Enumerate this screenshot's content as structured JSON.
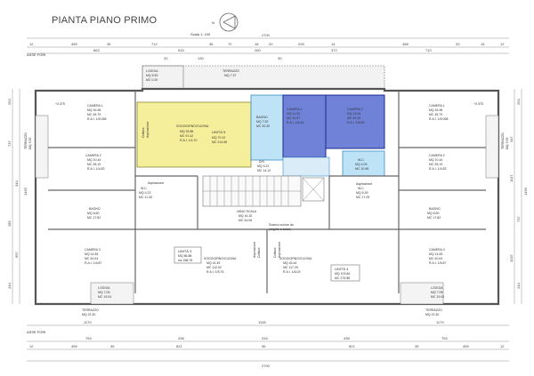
{
  "title": "PIANTA PIANO PRIMO",
  "scale": "Scala 1: 100",
  "north": "N",
  "axis_top": "ASSE FORI",
  "axis_bottom": "ASSE FORI",
  "dims": {
    "top_total": "2700",
    "top_row1": [
      "12",
      "459",
      "35",
      "712",
      "36",
      "72",
      "18",
      "20",
      "295",
      "14",
      "458",
      "20",
      "15",
      "12"
    ],
    "top_row2": [
      "863",
      "515",
      "260",
      "372",
      "710"
    ],
    "top_row3": [
      "20",
      "130",
      "30"
    ],
    "bottom_total": "2700",
    "bottom_row1": [
      "12",
      "459",
      "35",
      "821",
      "36",
      "821",
      "35",
      "459",
      "12"
    ],
    "bottom_row2": [
      "754",
      "438",
      "316",
      "438",
      "754"
    ],
    "bottom_row3": [
      "1179",
      "1108",
      "1179"
    ],
    "left": [
      "254",
      "737",
      "344",
      "285",
      "997",
      "1450",
      "244"
    ],
    "right": [
      "254",
      "347",
      "1147",
      "1450",
      "737",
      "244",
      "1037"
    ]
  },
  "units": {
    "u5": {
      "label": "UNITÀ 5",
      "mq": "MQ 70.12",
      "mc": "MC 214.65"
    },
    "u3": {
      "label": "UNITÀ 3",
      "mq": "MQ 86.88",
      "mc": "mc 268.76"
    },
    "u4": {
      "label": "UNITÀ 4",
      "mq": "MQ 103.66",
      "mc": "MC 279.88"
    }
  },
  "rooms": {
    "loggia_top": {
      "name": "LOGGIA",
      "mq": "MQ 5.59",
      "mc": "MC 0.00"
    },
    "terrazzo_top": {
      "name": "TERRAZZO",
      "mq": "MQ 7.37"
    },
    "soggiorno5": {
      "name": "SOGGIORNO/CUCINA",
      "mq": "MQ 33.86",
      "mc": "MC 91.42",
      "rai": "R.A.I. 1/4.70"
    },
    "bagno5": {
      "name": "BAGNO",
      "mq": "MQ 7.52",
      "mc": "MC 20.30"
    },
    "camera_blue1": {
      "name": "CAMERA 1",
      "mq": "MQ 11.00",
      "mc": "MC 29.97",
      "rai": "R.A.I. 1/6.40"
    },
    "camera_blue2": {
      "name": "CAMERA 2",
      "mq": "MQ 15.64",
      "mc": "MC 42.33",
      "rai": "R.A.I. 1/5.89"
    },
    "wc_blue": {
      "name": "W.C.",
      "mq": "MQ 4.09",
      "mc": "MC 10.98"
    },
    "disimp5": {
      "name": "DIS.",
      "mq": "MQ 5.22",
      "mc": "MC 14.12"
    },
    "camera1_l": {
      "name": "CAMERA 1",
      "mq": "MQ 16.96",
      "mc": "MC 45.79",
      "rai": "R.A.I. 1/5.058"
    },
    "camera2_l": {
      "name": "CAMERA 2",
      "mq": "MQ 10.44",
      "mc": "MC 28.19",
      "rai": "R.A.I. 1/4.83"
    },
    "terrazzo_l": {
      "name": "TERRAZZO",
      "mq": "MQ 9.55"
    },
    "wc_l": {
      "name": "W.C.",
      "mq": "MQ 4.22",
      "mc": "MC 11.39"
    },
    "bagno_l": {
      "name": "BAGNO",
      "mq": "MQ 6.60",
      "mc": "MC 17.82"
    },
    "camera3_l": {
      "name": "CAMERA 3",
      "mq": "MQ 14.83",
      "mc": "MC 40.04",
      "rai": "R.A.I. 1/6.87"
    },
    "loggia_l": {
      "name": "LOGGIA",
      "mq": "MQ 7.05",
      "mc": "MC 19.04"
    },
    "terrazzo_bl": {
      "name": "TERRAZZO",
      "mq": "MQ 22.40"
    },
    "soggiorno3": {
      "name": "SOGGIORNO/CUCINA",
      "mq": "MQ 41.49",
      "mc": "MC 112.02",
      "rai": "R.A.I. 1/5.76"
    },
    "soggiorno4": {
      "name": "SOGGIORNO/CUCINA",
      "mq": "MQ 43.44",
      "mc": "MC 117.29",
      "rai": "R.A.I. 1/6.03"
    },
    "vano_scala": {
      "name": "VANO SCALA",
      "mq": "MQ 16.32",
      "mc": "MC 44.06"
    },
    "camera1_r": {
      "name": "CAMERA 1",
      "mq": "MQ 16.96",
      "mc": "MC 45.79",
      "rai": "R.A.I. 1/5.058"
    },
    "camera2_r": {
      "name": "CAMERA 2",
      "mq": "MQ 10.44",
      "mc": "MC 28.19",
      "rai": "R.A.I. 1/4.83"
    },
    "terrazzo_r": {
      "name": "TERRAZZO",
      "mq": "MQ 9.55"
    },
    "wc_r": {
      "name": "W.C.",
      "mq": "MQ 6.39",
      "mc": "MC 17.25"
    },
    "bagno_r": {
      "name": "BAGNO",
      "mq": "MQ 6.60",
      "mc": "MC 17.82"
    },
    "camera3_r": {
      "name": "CAMERA 3",
      "mq": "MQ 14.83",
      "mc": "MC 40.04",
      "rai": "R.A.I. 1/6.87"
    },
    "loggia_r": {
      "name": "LOGGIA",
      "mq": "MQ 7.05",
      "mc": "MC 19.04"
    },
    "terrazzo_br": {
      "name": "TERRAZZO",
      "mq": "MQ 22.40"
    }
  },
  "notes": {
    "aspirazione": "Aspirazione",
    "cottura": "Cottura",
    "scarico1": "Scarico cucine da",
    "scarico2": "piegare a solaio",
    "level": "+3.375"
  }
}
